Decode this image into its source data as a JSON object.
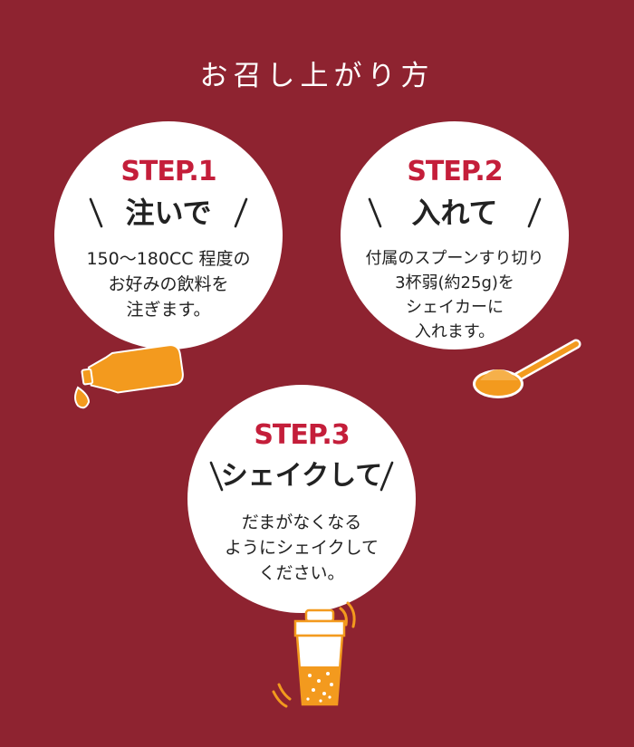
{
  "page_title": "お召し上がり方",
  "steps": [
    {
      "label": "STEP.1",
      "heading": "注いで",
      "description": [
        "150〜180CC 程度の",
        "お好みの飲料を",
        "注ぎます。"
      ],
      "illustration_icon": "bottle-pouring-icon"
    },
    {
      "label": "STEP.2",
      "heading": "入れて",
      "description": [
        "付属のスプーンすり切り",
        "3杯弱(約25g)を",
        "シェイカーに",
        "入れます。"
      ],
      "illustration_icon": "measuring-spoon-icon"
    },
    {
      "label": "STEP.3",
      "heading": "シェイクして",
      "description": [
        "だまがなくなる",
        "ようにシェイクして",
        "ください。"
      ],
      "illustration_icon": "shaker-icon"
    }
  ],
  "colors": {
    "background": "#8e2330",
    "step_label": "#c41e3a",
    "illustration": "#f39a1e"
  }
}
